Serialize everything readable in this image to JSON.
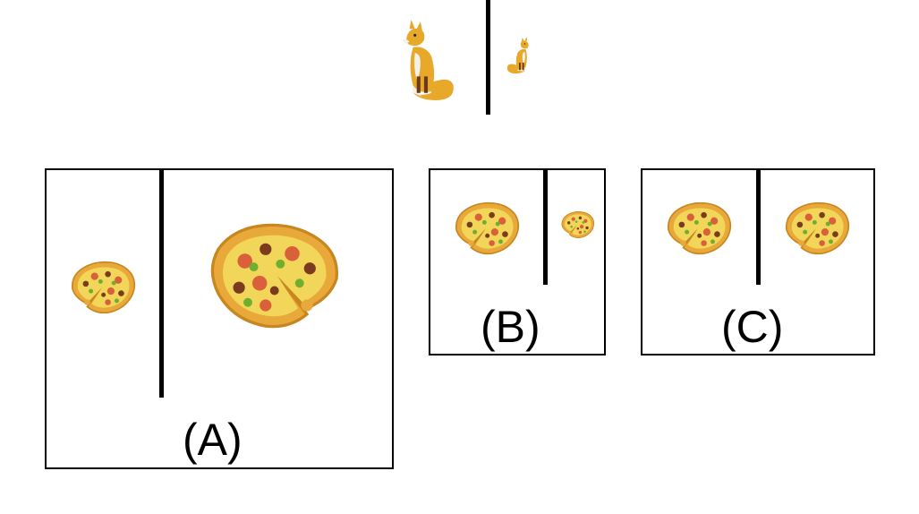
{
  "puzzle": {
    "options": [
      {
        "label": "(A)"
      },
      {
        "label": "(B)"
      },
      {
        "label": "(C)"
      }
    ]
  },
  "icons": {
    "example_left": "fox-icon",
    "example_right": "fox-icon",
    "option_item": "pizza-icon"
  },
  "colors": {
    "line": "#000000",
    "background": "#ffffff",
    "fox_body": "#e8a82a",
    "crust": "#e9a93a",
    "cheese": "#f2d65a",
    "topping_red": "#d9603a",
    "topping_brown": "#7a3b1e",
    "topping_green": "#6fae2f"
  }
}
